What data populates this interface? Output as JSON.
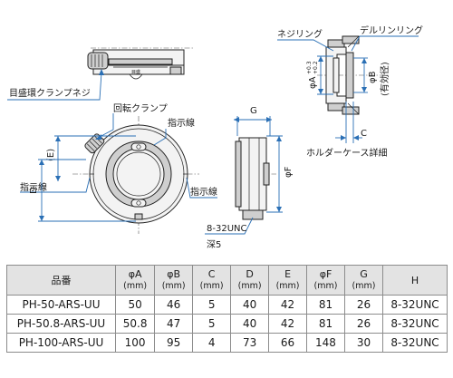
{
  "labels": {
    "scale_clamp_screw": "目盛環クランプネジ",
    "rotation_clamp": "回転クランプ",
    "indicator_line_1": "指示線",
    "indicator_line_2": "指示線",
    "indicator_line_3": "指示線",
    "screw_ring": "ネジリング",
    "delrin_ring": "デルリンリング",
    "holder_case_detail": "ホルダーケース詳細",
    "thread_spec": "8-32UNC",
    "depth": "深5",
    "dim_G": "G",
    "dim_F": "φF",
    "dim_E": "(E)",
    "dim_D": "D",
    "dim_A": "φA",
    "dim_A_tol_upper": "+0.3",
    "dim_A_tol_lower": "+0.2",
    "dim_B": "φB",
    "dim_B_note": "(有効径)",
    "dim_C": "C",
    "dial_text": "目盛"
  },
  "table": {
    "headers": [
      {
        "name": "品番",
        "unit": ""
      },
      {
        "name": "φA",
        "unit": "(mm)"
      },
      {
        "name": "φB",
        "unit": "(mm)"
      },
      {
        "name": "C",
        "unit": "(mm)"
      },
      {
        "name": "D",
        "unit": "(mm)"
      },
      {
        "name": "E",
        "unit": "(mm)"
      },
      {
        "name": "φF",
        "unit": "(mm)"
      },
      {
        "name": "G",
        "unit": "(mm)"
      },
      {
        "name": "H",
        "unit": ""
      }
    ],
    "rows": [
      [
        "PH-50-ARS-UU",
        "50",
        "46",
        "5",
        "40",
        "42",
        "81",
        "26",
        "8-32UNC"
      ],
      [
        "PH-50.8-ARS-UU",
        "50.8",
        "47",
        "5",
        "40",
        "42",
        "81",
        "26",
        "8-32UNC"
      ],
      [
        "PH-100-ARS-UU",
        "100",
        "95",
        "4",
        "73",
        "66",
        "148",
        "30",
        "8-32UNC"
      ]
    ]
  },
  "colors": {
    "leader": "#2a6fb5",
    "header_bg": "#e3e3e3"
  }
}
